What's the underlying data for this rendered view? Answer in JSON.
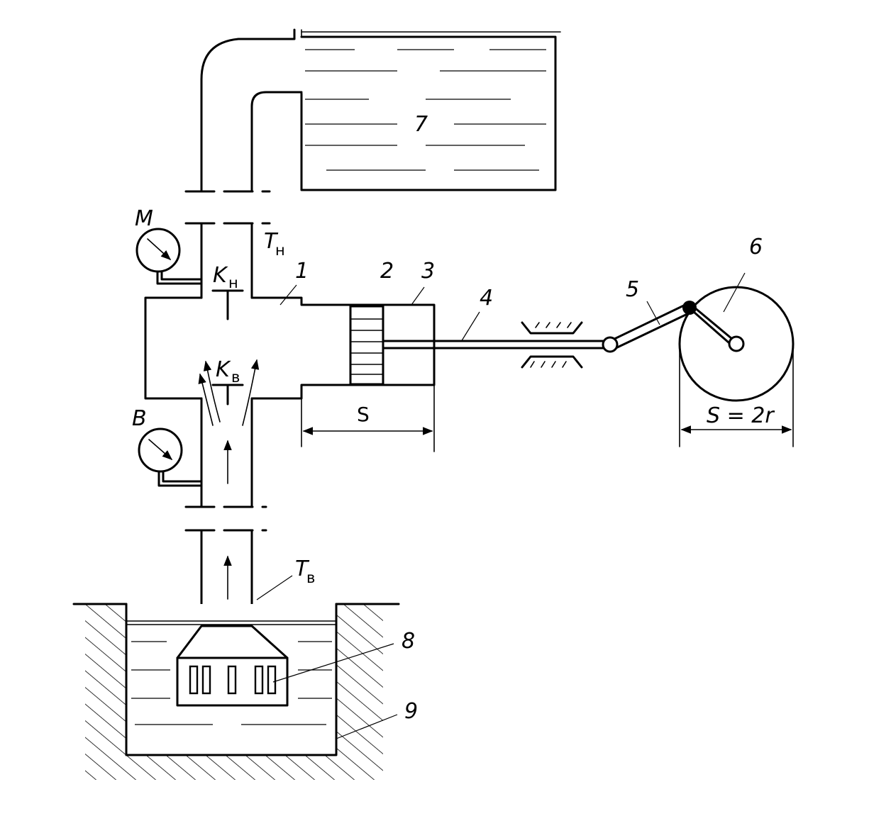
{
  "labels": {
    "part_1": "1",
    "part_2": "2",
    "part_3": "3",
    "part_4": "4",
    "part_5": "5",
    "part_6": "6",
    "part_7": "7",
    "part_8": "8",
    "part_9": "9",
    "manometer": "M",
    "vacuum_gauge": "B",
    "discharge_pipe": "T",
    "discharge_pipe_sub": "н",
    "suction_pipe": "T",
    "suction_pipe_sub": "в",
    "discharge_valve": "K",
    "discharge_valve_sub": "н",
    "suction_valve": "K",
    "suction_valve_sub": "в",
    "stroke": "S",
    "stroke_formula": "S = 2r"
  }
}
